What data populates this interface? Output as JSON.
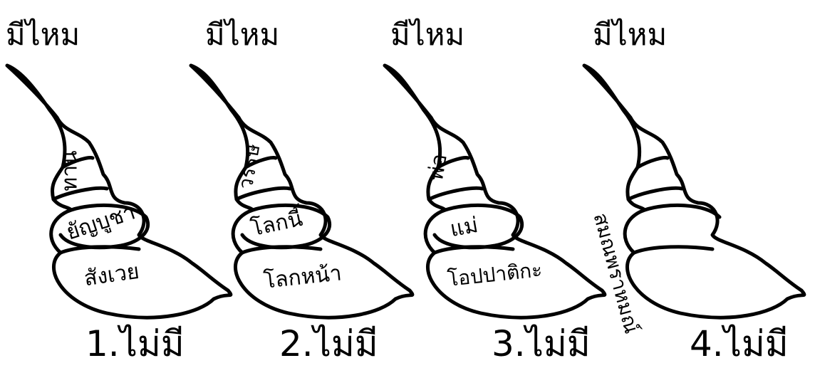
{
  "question": "มีไหม",
  "panels": [
    {
      "top_word": "ทาน",
      "middle_word": "ยัญบูชา",
      "bottom_word": "สังเวย",
      "answer": "1.ไม่มี"
    },
    {
      "top_word": "วรรษ",
      "middle_word": "โลกนี้",
      "bottom_word": "โลกหน้า",
      "answer": "2.ไม่มี"
    },
    {
      "top_word": "พ่อ",
      "middle_word": "แม่",
      "bottom_word": "โอปปาติกะ",
      "answer": "3.ไม่มี"
    },
    {
      "top_word": "สมณพราหมณ์",
      "middle_word": "",
      "bottom_word": "",
      "answer": "4.ไม่มี"
    }
  ]
}
